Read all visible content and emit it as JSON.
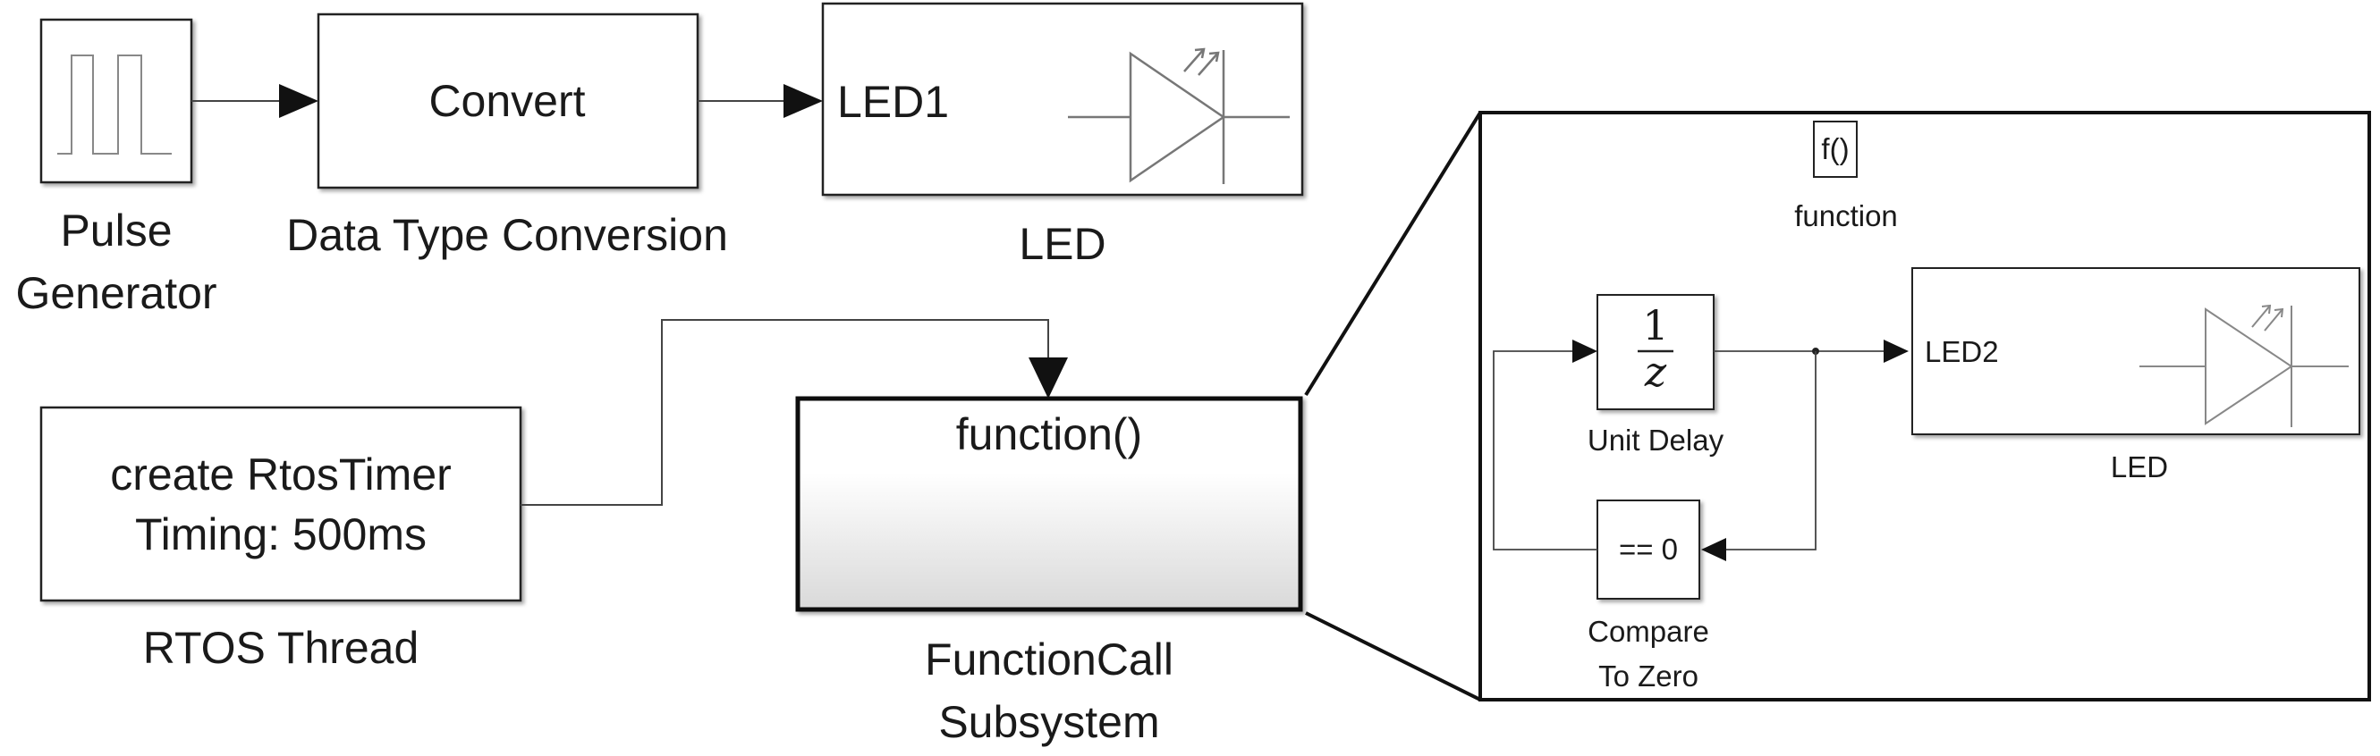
{
  "blocks": {
    "pulse_generator": {
      "label_line1": "Pulse",
      "label_line2": "Generator"
    },
    "data_type_conversion": {
      "text": "Convert",
      "label": "Data Type Conversion"
    },
    "led_top": {
      "port_label": "LED1",
      "label": "LED"
    },
    "rtos_thread": {
      "line1": "create RtosTimer",
      "line2": "Timing: 500ms",
      "label": "RTOS Thread"
    },
    "function_call_subsystem": {
      "port_label": "function()",
      "label_line1": "FunctionCall",
      "label_line2": "Subsystem"
    }
  },
  "subsystem_contents": {
    "function_block": {
      "text": "f()",
      "label": "function"
    },
    "unit_delay": {
      "numerator": "1",
      "denominator": "z",
      "label": "Unit Delay"
    },
    "compare_to_zero": {
      "text": "== 0",
      "label_line1": "Compare",
      "label_line2": "To Zero"
    },
    "led_inner": {
      "port_label": "LED2",
      "label": "LED"
    }
  }
}
